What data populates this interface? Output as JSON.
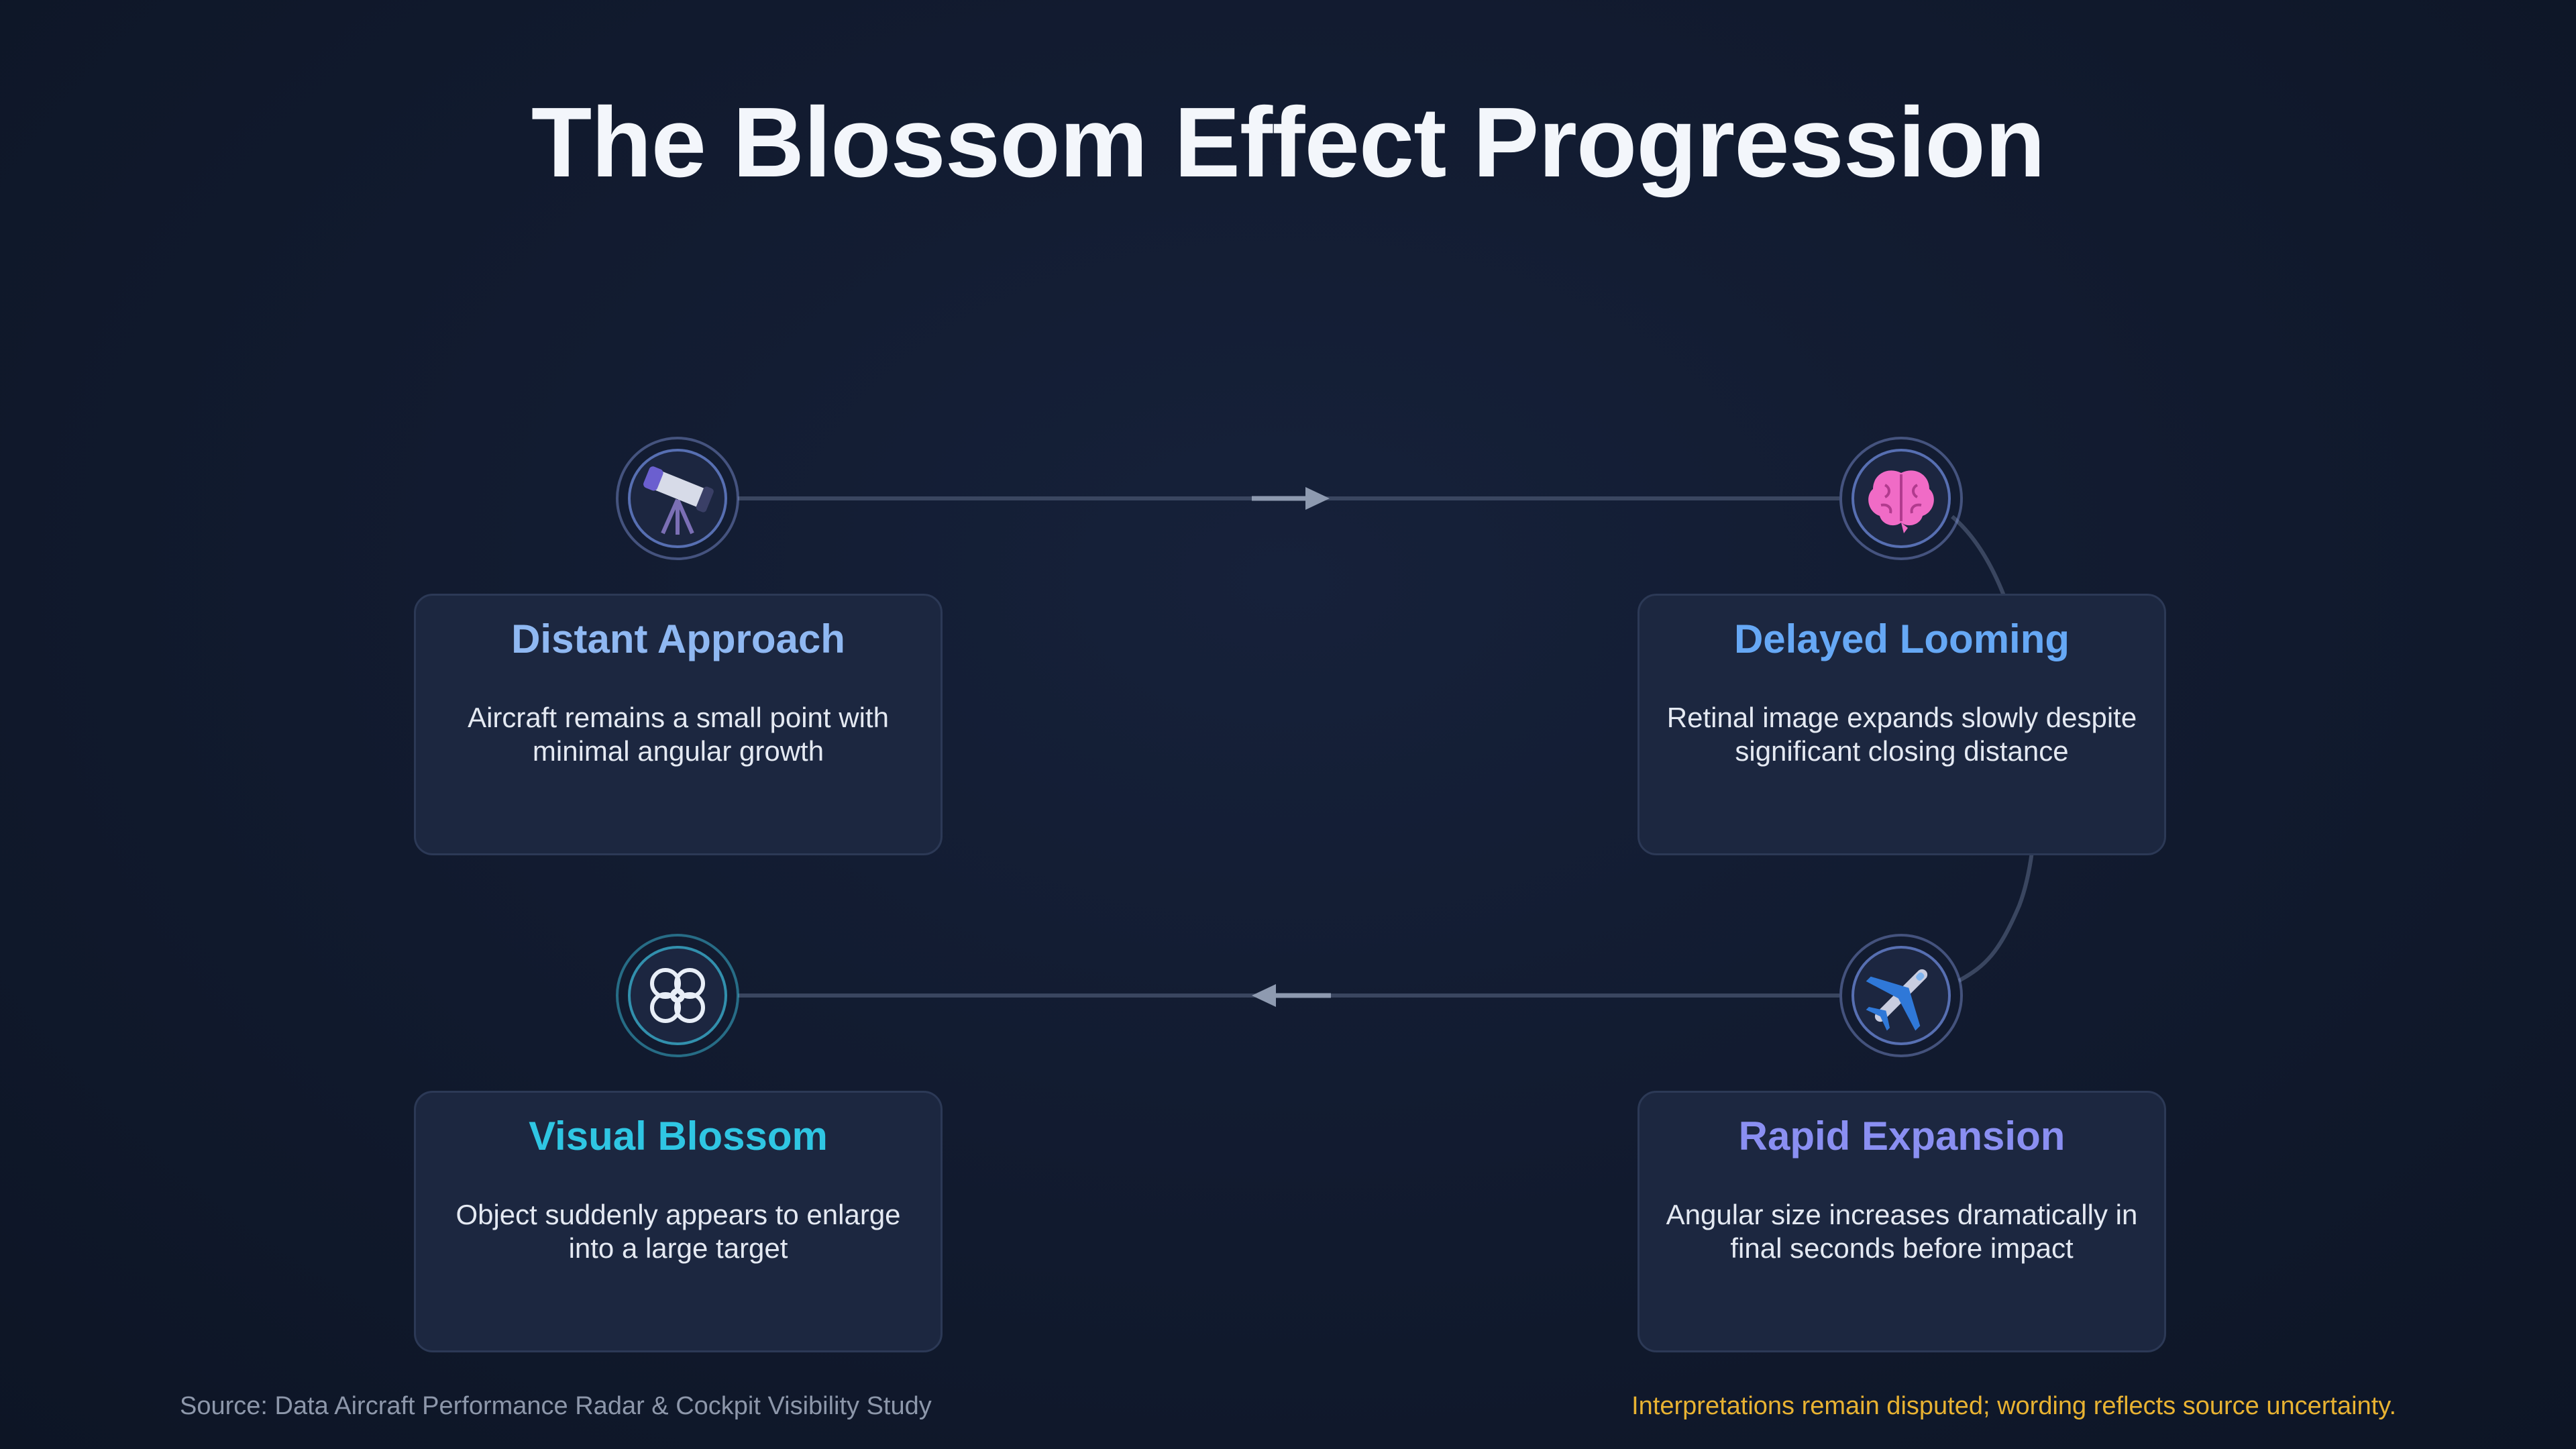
{
  "title": "The Blossom Effect Progression",
  "colors": {
    "accent_blue": "#8fb8f2",
    "accent_sky": "#66a8f5",
    "accent_violet": "#8a8ff2",
    "accent_cyan": "#2fc6e3",
    "disclaimer": "#e8b232",
    "source": "#8d97aa"
  },
  "steps": [
    {
      "title": "Distant Approach",
      "description": "Aircraft remains a small point with minimal angular growth",
      "icon": "telescope-icon"
    },
    {
      "title": "Delayed Looming",
      "description": "Retinal image expands slowly despite significant closing distance",
      "icon": "brain-icon"
    },
    {
      "title": "Rapid Expansion",
      "description": "Angular size increases dramatically in final seconds before impact",
      "icon": "airplane-icon"
    },
    {
      "title": "Visual Blossom",
      "description": "Object suddenly appears to enlarge into a large target",
      "icon": "blossom-icon"
    }
  ],
  "footer": {
    "source": "Source: Data Aircraft Performance Radar & Cockpit Visibility Study",
    "disclaimer": "Interpretations remain disputed; wording reflects source uncertainty."
  }
}
